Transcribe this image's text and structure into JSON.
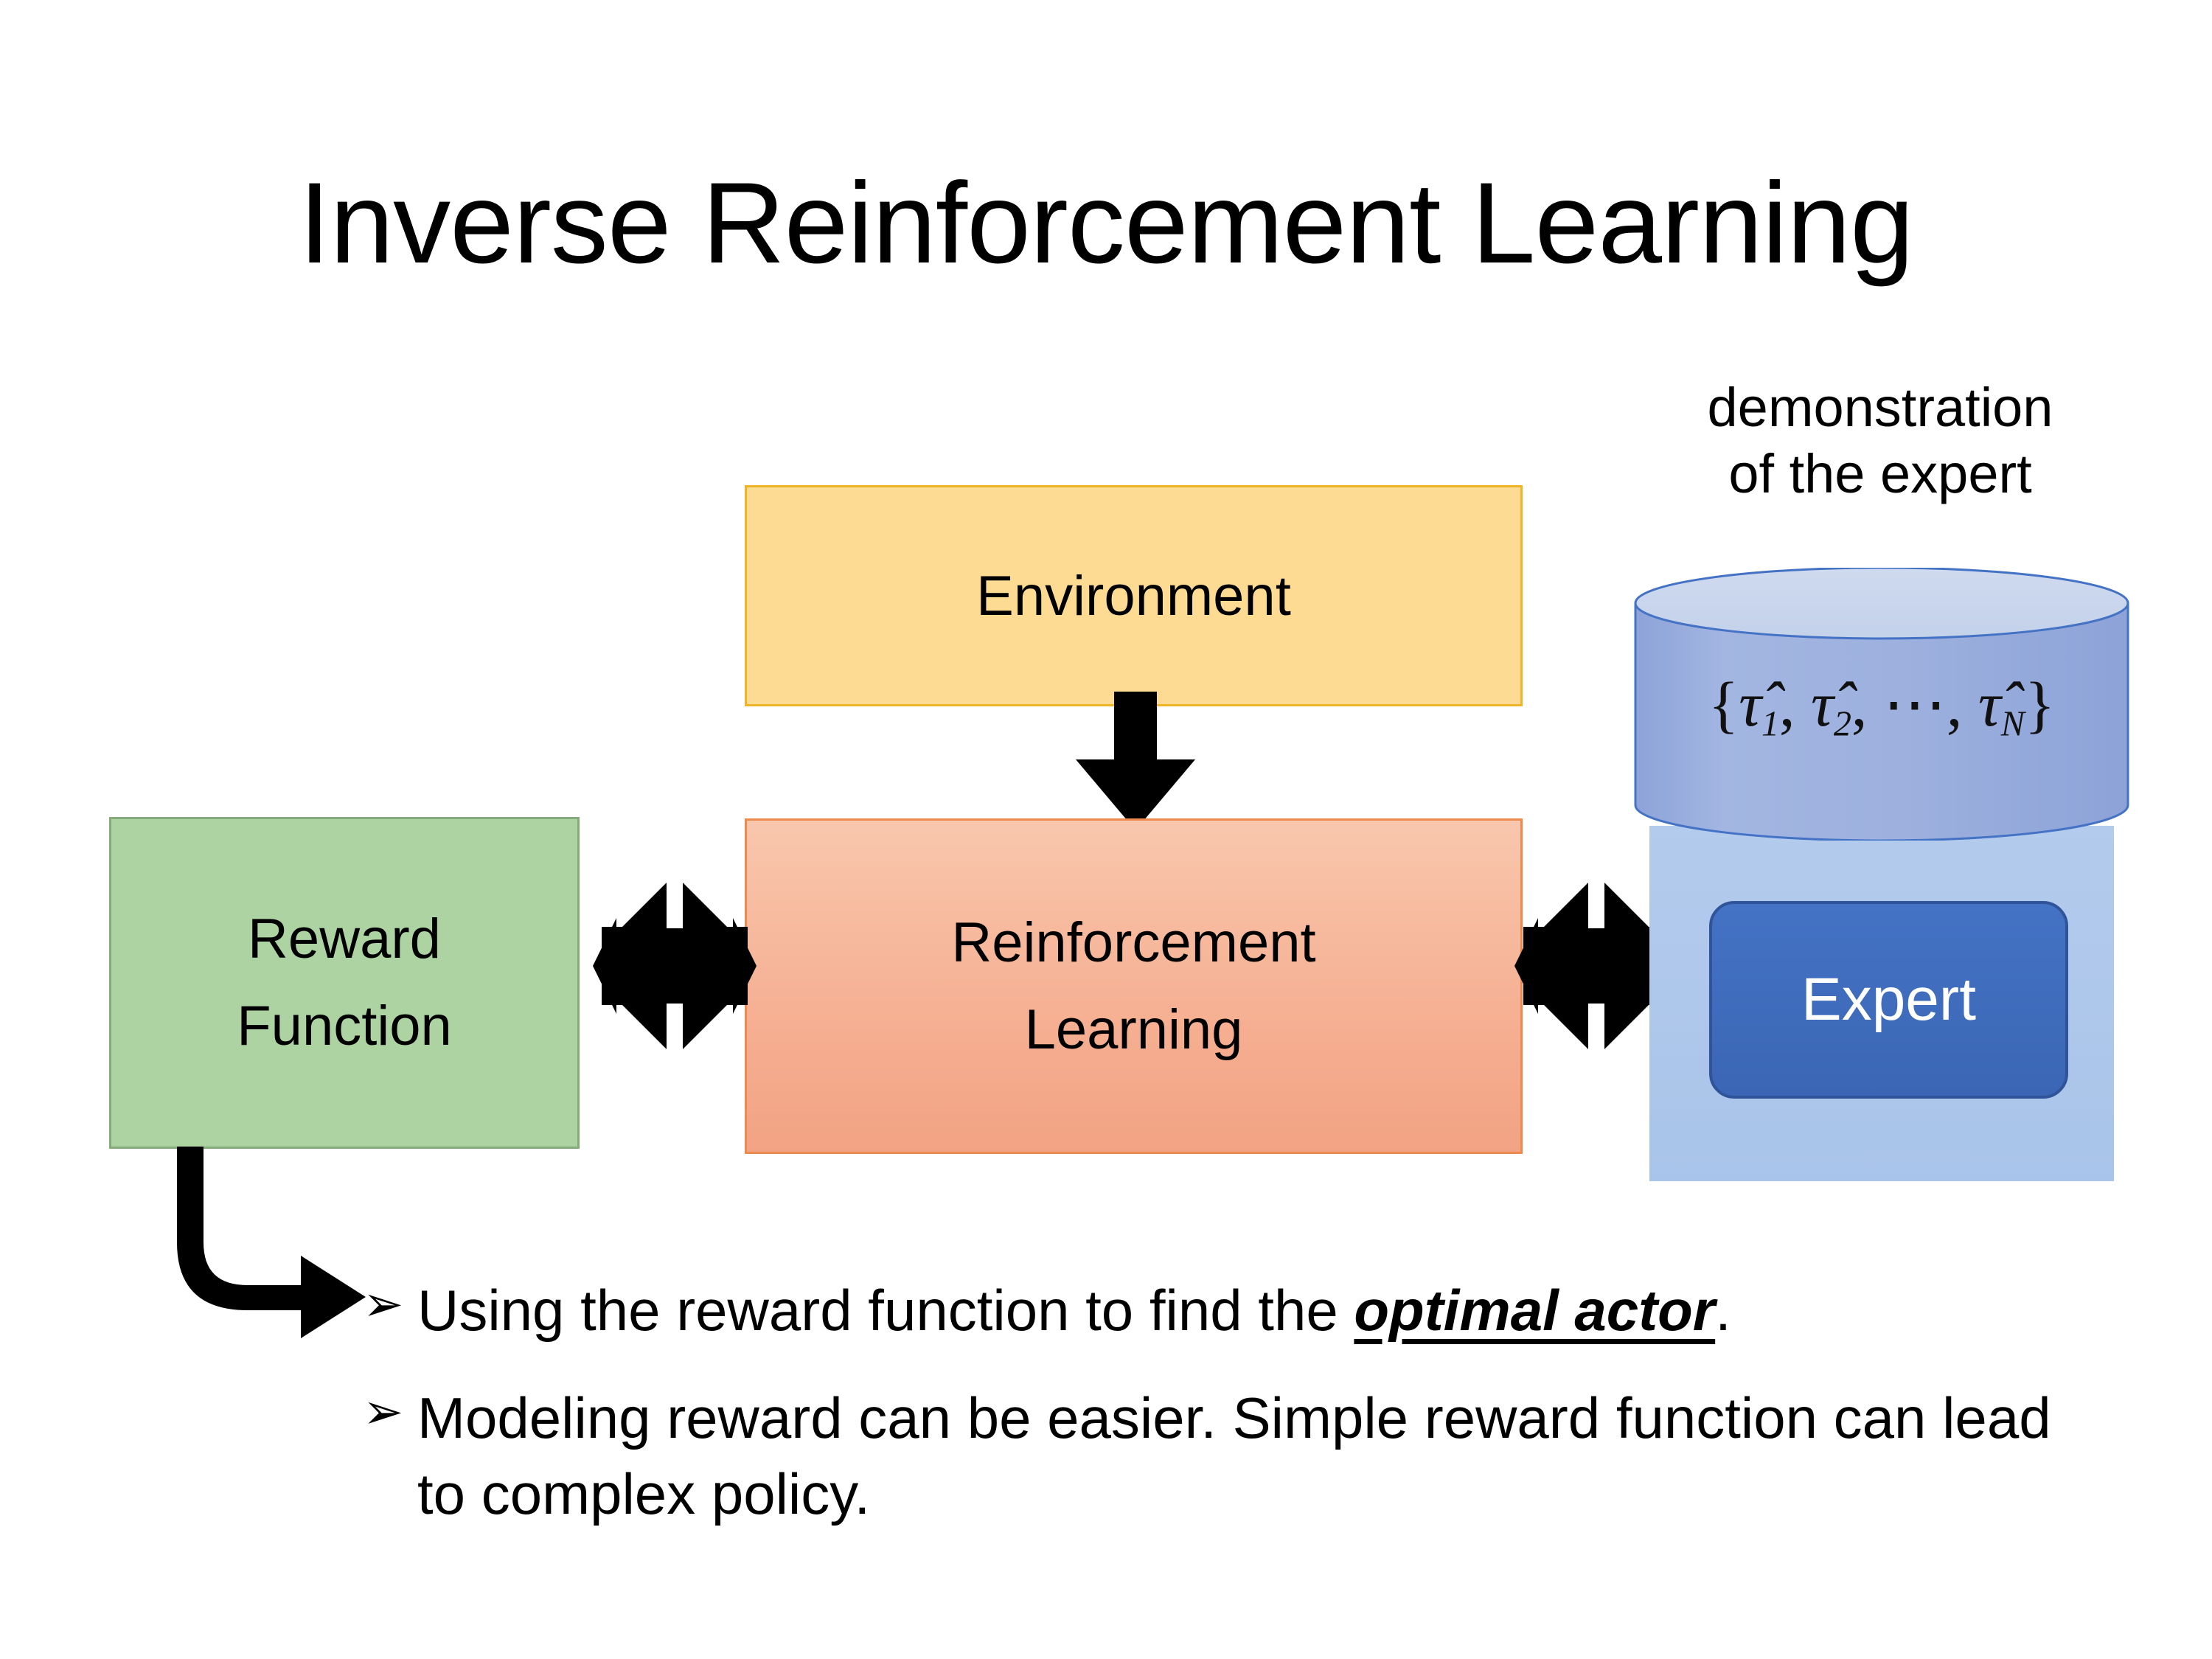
{
  "slide": {
    "title": "Inverse Reinforcement Learning",
    "background_color": "#ffffff"
  },
  "diagram": {
    "environment_box": {
      "label": "Environment",
      "fill_color": "#fedb92",
      "border_color": "#f0b429"
    },
    "reinforcement_learning_box": {
      "label_line1": "Reinforcement",
      "label_line2": "Learning",
      "fill_color": "#f6b194",
      "border_color": "#ed8b4f"
    },
    "reward_function_box": {
      "label_line1": "Reward",
      "label_line2": "Function",
      "fill_color": "#aed3a3",
      "border_color": "#84ab79"
    },
    "demonstration": {
      "caption_line1": "demonstration",
      "caption_line2": "of the expert",
      "cylinder_formula_open": "{",
      "cylinder_formula_tau1": "τ̂",
      "cylinder_formula_sub1": "1",
      "cylinder_formula_comma1": ", ",
      "cylinder_formula_tau2": "τ̂",
      "cylinder_formula_sub2": "2",
      "cylinder_formula_comma2": ", ",
      "cylinder_formula_dots": "⋯",
      "cylinder_formula_comma3": ", ",
      "cylinder_formula_tauN": "τ̂",
      "cylinder_formula_subN": "N",
      "cylinder_formula_close": "}",
      "cylinder_body_color": "#9db0de",
      "cylinder_top_color": "#cfdaef",
      "cylinder_stroke_color": "#4472c4"
    },
    "expert": {
      "label": "Expert",
      "panel_color": "#aec6ea",
      "box_color": "#4472c4",
      "text_color": "#ffffff"
    },
    "arrows": {
      "env_to_rl": "down-arrow",
      "reward_to_rl": "quad-arrow",
      "rl_to_expert": "quad-arrow",
      "reward_to_bullets": "bent-arrow",
      "color": "#000000"
    }
  },
  "bullets": {
    "marker": "➢",
    "items": [
      {
        "prefix": "Using the reward function to find the ",
        "emphasis": "optimal actor",
        "suffix": "."
      },
      {
        "prefix": "Modeling reward can be easier. Simple reward function can lead to complex policy.",
        "emphasis": "",
        "suffix": ""
      }
    ]
  }
}
